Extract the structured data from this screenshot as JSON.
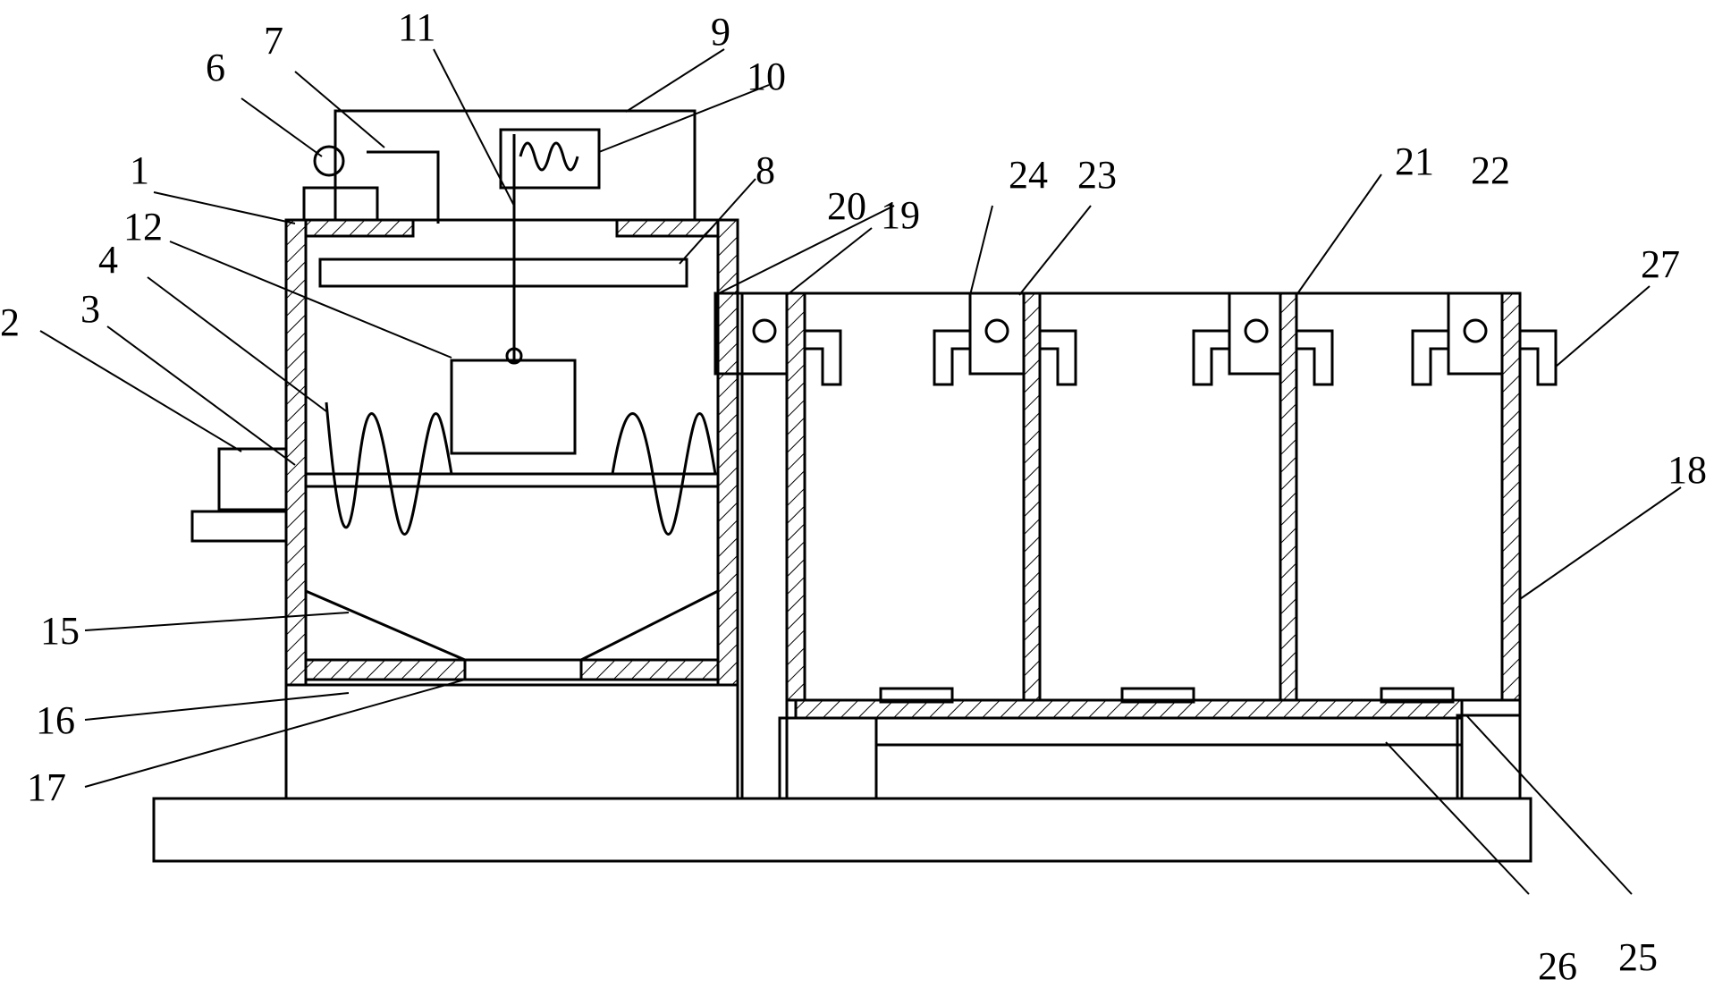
{
  "labels": {
    "l1": "1",
    "l2": "2",
    "l3": "3",
    "l4": "4",
    "l6": "6",
    "l7": "7",
    "l8": "8",
    "l9": "9",
    "l10": "10",
    "l11": "11",
    "l12": "12",
    "l15": "15",
    "l16": "16",
    "l17": "17",
    "l18": "18",
    "l19": "19",
    "l20": "20",
    "l21": "21",
    "l22": "22",
    "l23": "23",
    "l24": "24",
    "l25": "25",
    "l26": "26",
    "l27": "27"
  }
}
